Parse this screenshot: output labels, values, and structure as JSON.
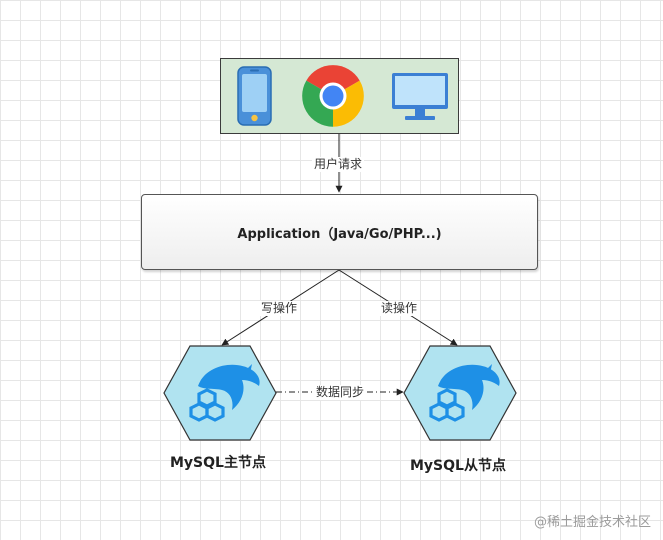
{
  "clients": {
    "icons": [
      "mobile-phone-icon",
      "chrome-browser-icon",
      "desktop-monitor-icon"
    ],
    "fill": "#d5e8d4"
  },
  "edges": {
    "user_request": "用户请求",
    "write_op": "写操作",
    "read_op": "读操作",
    "data_sync": "数据同步"
  },
  "application": {
    "label": "Application（Java/Go/PHP...)"
  },
  "nodes": {
    "master": "MySQL主节点",
    "slave": "MySQL从节点",
    "hex_fill": "#b0e3f0",
    "dolphin_color": "#1e90e6"
  },
  "watermark": "@稀土掘金技术社区"
}
